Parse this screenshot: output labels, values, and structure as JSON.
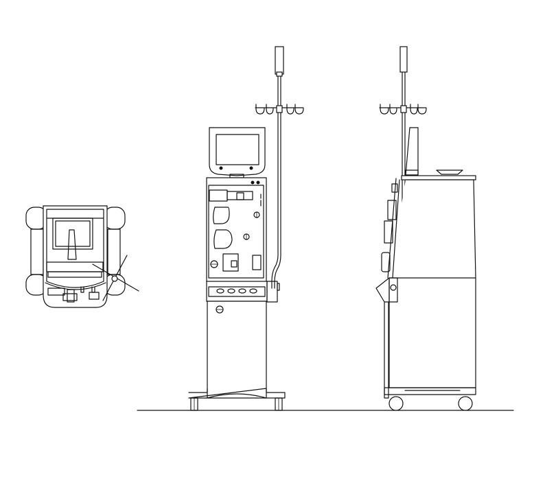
{
  "drawing": {
    "views": [
      "top-view",
      "front-view",
      "side-view"
    ],
    "line_color": "#111111",
    "background": "#ffffff"
  }
}
